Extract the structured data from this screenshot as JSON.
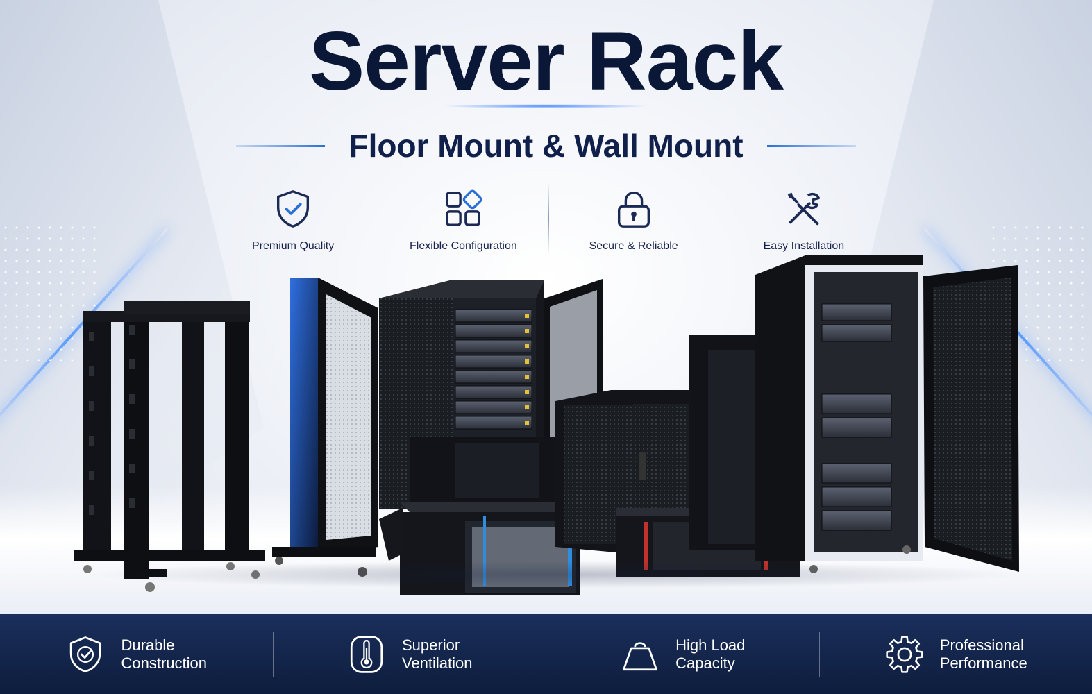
{
  "banner": {
    "title": "Server Rack",
    "subtitle": "Floor Mount  & Wall Mount"
  },
  "top_features": [
    {
      "label": "Premium Quality",
      "icon": "shield-check-icon"
    },
    {
      "label": "Flexible Configuration",
      "icon": "grid-config-icon"
    },
    {
      "label": "Secure & Reliable",
      "icon": "padlock-icon"
    },
    {
      "label": "Easy Installation",
      "icon": "tools-icon"
    }
  ],
  "bottom_features": [
    {
      "line1": "Durable",
      "line2": "Construction",
      "icon": "shield-check-icon"
    },
    {
      "line1": "Superior",
      "line2": "Ventilation",
      "icon": "thermometer-icon"
    },
    {
      "line1": "High Load",
      "line2": "Capacity",
      "icon": "weight-icon"
    },
    {
      "line1": "Professional",
      "line2": "Performance",
      "icon": "gear-icon"
    }
  ],
  "colors": {
    "title": "#0b1736",
    "accent": "#2a6fd6",
    "rack_black": "#101216",
    "rack_blue": "#2f6fe0",
    "bar_bg": "#12254c"
  }
}
